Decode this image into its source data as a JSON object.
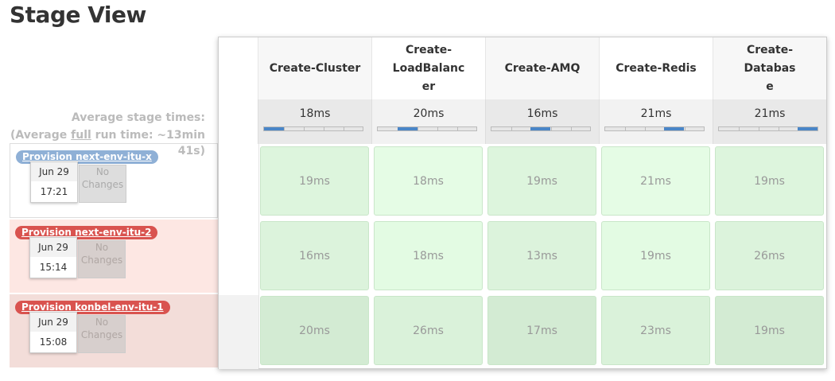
{
  "page": {
    "title": "Stage View"
  },
  "summary": {
    "avg_stage_label": "Average stage times:",
    "avg_full_prefix": "(Average ",
    "avg_full_word": "full",
    "avg_full_suffix": " run time: ~13min",
    "avg_full_overflow": "41s)"
  },
  "stages": [
    {
      "name": "Create-Cluster",
      "avg": "18ms",
      "bar_fraction": 0.2
    },
    {
      "name": "Create-LoadBalancer",
      "avg": "20ms",
      "bar_fraction": 0.4
    },
    {
      "name": "Create-AMQ",
      "avg": "16ms",
      "bar_fraction": 0.6
    },
    {
      "name": "Create-Redis",
      "avg": "21ms",
      "bar_fraction": 0.8
    },
    {
      "name": "Create-Database",
      "avg": "21ms",
      "bar_fraction": 1.0
    }
  ],
  "runs": [
    {
      "name": "Provision next-env-itu-x",
      "status": "success",
      "date": "Jun 29",
      "time": "17:21",
      "changes": "No Changes",
      "durations": [
        "19ms",
        "18ms",
        "19ms",
        "21ms",
        "19ms"
      ]
    },
    {
      "name": "Provision next-env-itu-2",
      "status": "failed",
      "date": "Jun 29",
      "time": "15:14",
      "changes": "No Changes",
      "durations": [
        "16ms",
        "18ms",
        "13ms",
        "19ms",
        "26ms"
      ]
    },
    {
      "name": "Provision konbel-env-itu-1",
      "status": "failed",
      "date": "Jun 29",
      "time": "15:08",
      "changes": "No Changes",
      "durations": [
        "20ms",
        "26ms",
        "17ms",
        "23ms",
        "19ms"
      ]
    }
  ],
  "colors": {
    "success_badge": "#8fb0d6",
    "failed_badge": "#d9534f",
    "stage_bar": "#4a86c8",
    "cell_success": "#ddf5dd"
  }
}
